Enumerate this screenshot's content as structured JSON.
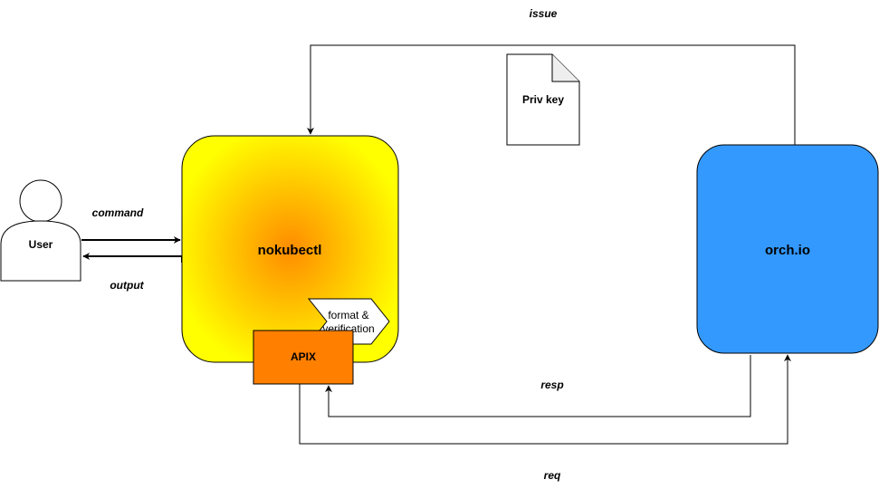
{
  "nodes": {
    "user": "User",
    "nokubectl": "nokubectl",
    "apix": "APIX",
    "format": [
      "format &",
      "verification"
    ],
    "priv_key": "Priv key",
    "orch": "orch.io"
  },
  "edges": {
    "command": "command",
    "output": "output",
    "issue": "issue",
    "resp": "resp",
    "req": "req"
  },
  "colors": {
    "nokubectl_center": "#ff8c00",
    "nokubectl_edge": "#ffff00",
    "apix_fill": "#ff8000",
    "orch_fill": "#3399ff"
  }
}
